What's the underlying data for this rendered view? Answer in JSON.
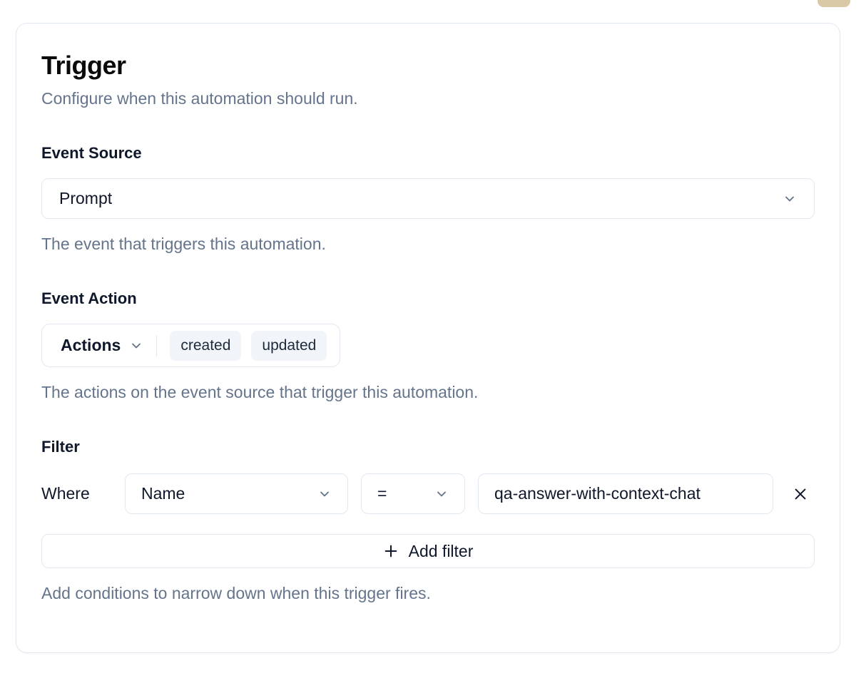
{
  "card": {
    "title": "Trigger",
    "subtitle": "Configure when this automation should run.",
    "event_source": {
      "label": "Event Source",
      "selected_value": "Prompt",
      "help": "The event that triggers this automation."
    },
    "event_action": {
      "label": "Event Action",
      "dropdown_label": "Actions",
      "badges": [
        "created",
        "updated"
      ],
      "help": "The actions on the event source that trigger this automation."
    },
    "filter": {
      "label": "Filter",
      "where_label": "Where",
      "field_selected": "Name",
      "operator_selected": "=",
      "value": "qa-answer-with-context-chat",
      "add_filter_label": "Add filter",
      "help": "Add conditions to narrow down when this trigger fires."
    }
  },
  "icons": {
    "dropdown": "chevron-down",
    "remove_filter": "x",
    "add_filter": "plus"
  }
}
